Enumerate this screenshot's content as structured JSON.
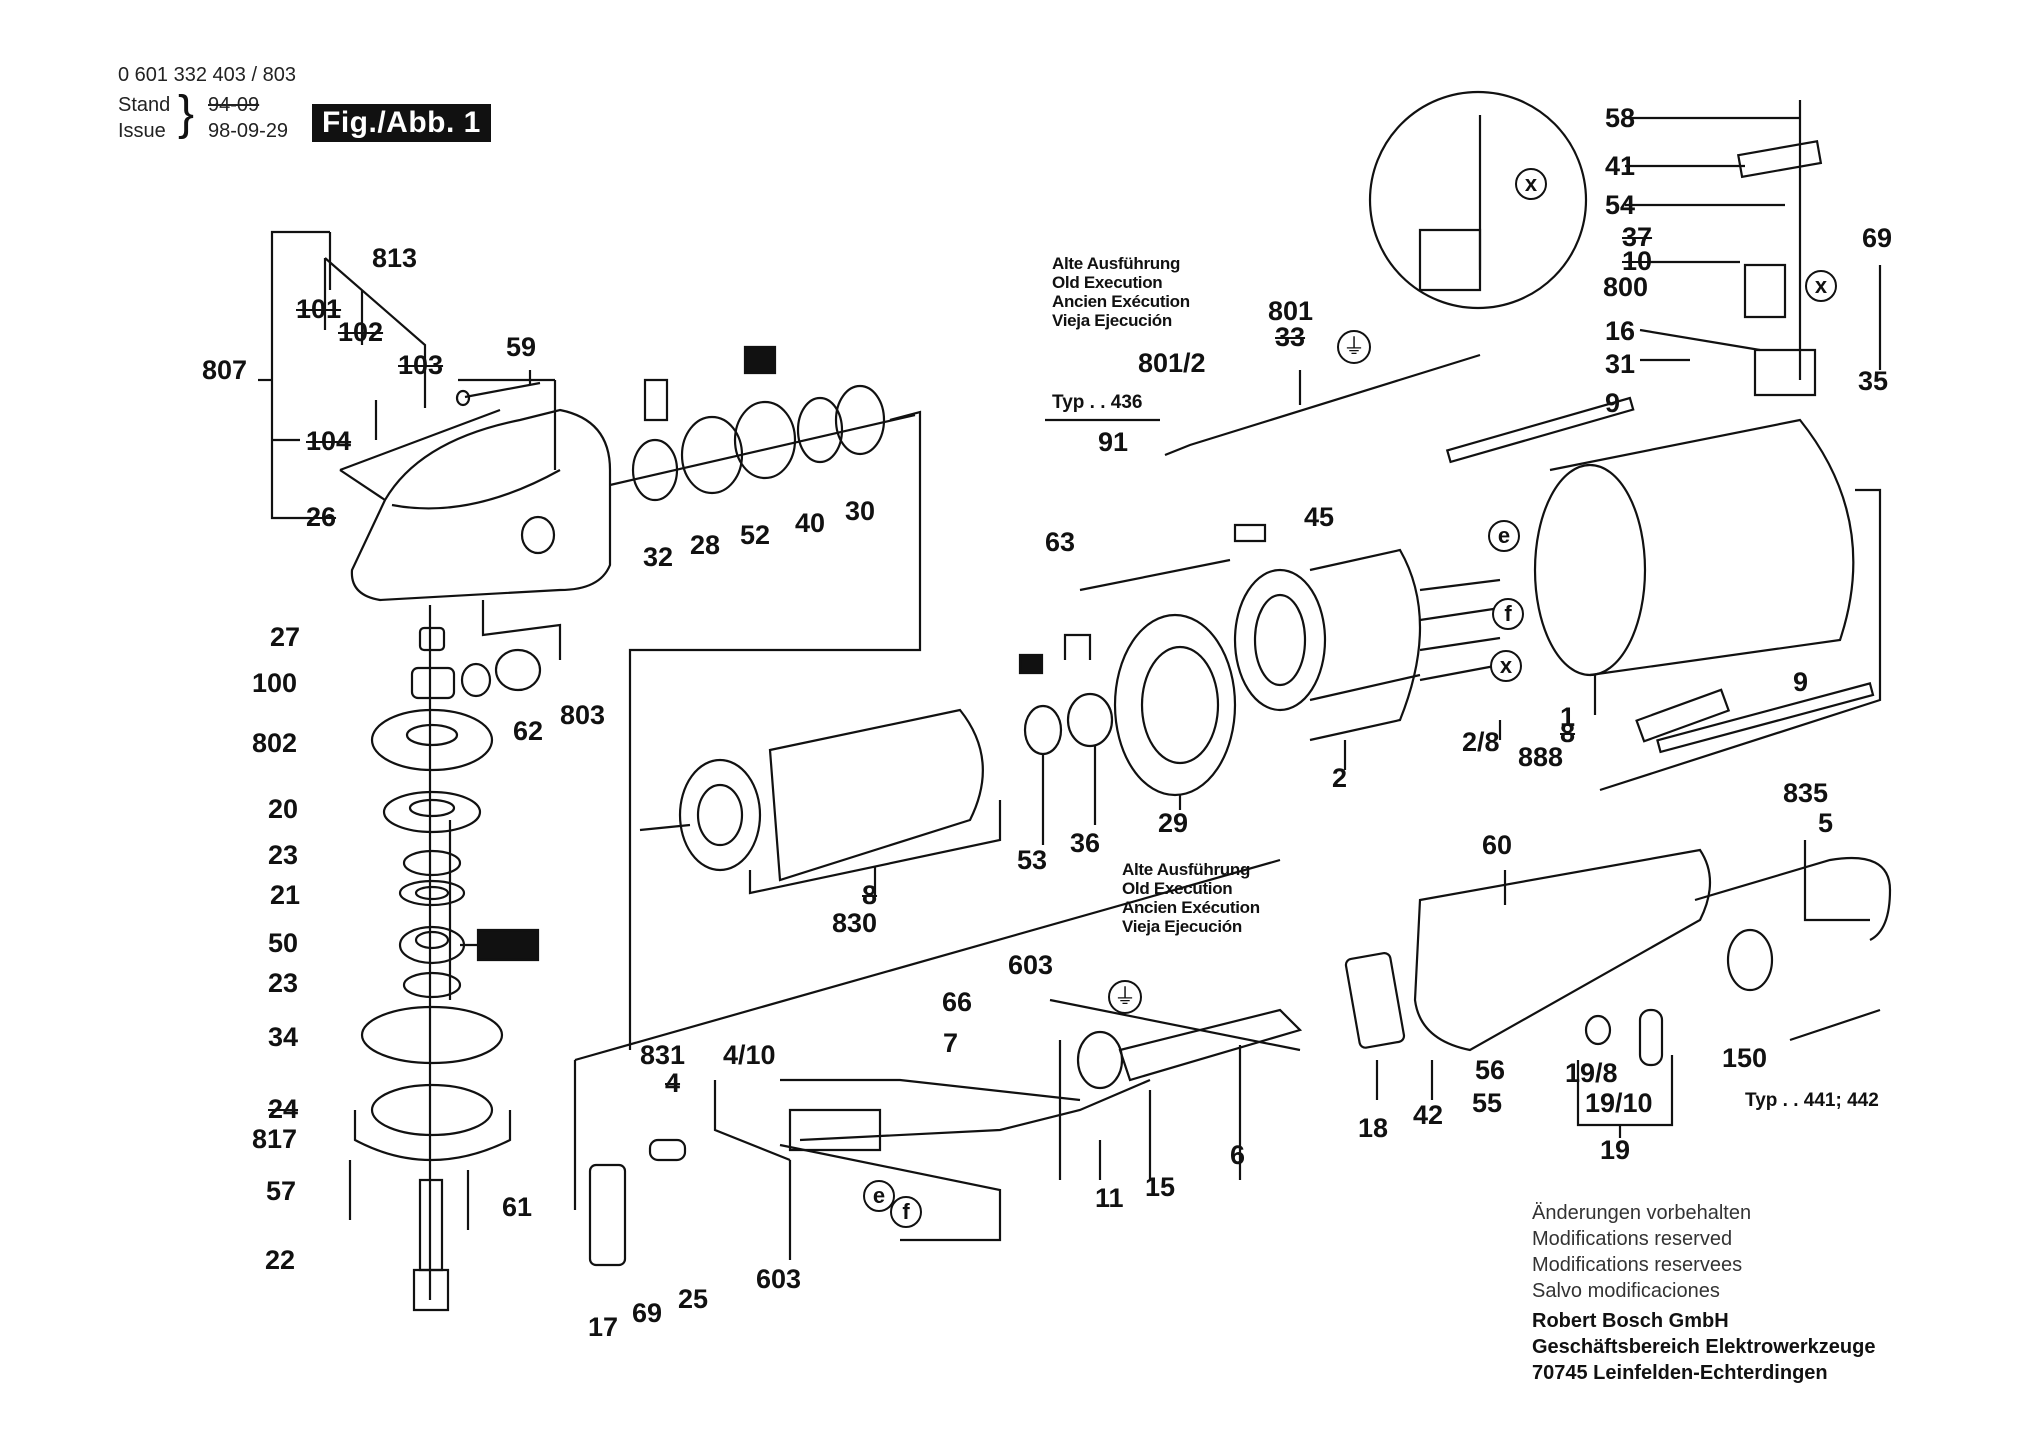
{
  "header": {
    "part_number": "0 601 332 403 / 803",
    "stand_label": "Stand",
    "issue_label": "Issue",
    "old_date": "94-09",
    "issue_date": "98-09-29",
    "figure_label": "Fig./Abb. 1"
  },
  "old_execution_note": {
    "lines": [
      "Alte Ausführung",
      "Old Execution",
      "Ancien Exécution",
      "Vieja Ejecución"
    ]
  },
  "type_notes": {
    "typ_436": "Typ . . 436",
    "typ_441_442": "Typ . . 441; 442"
  },
  "symbols": {
    "ground": "⏚",
    "detail_x": "x",
    "detail_e": "e",
    "detail_f": "f"
  },
  "part_labels": {
    "p813": "813",
    "p807": "807",
    "p101": "101",
    "p102": "102",
    "p103": "103",
    "p104": "104",
    "p26": "26",
    "p59": "59",
    "p27": "27",
    "p100": "100",
    "p62": "62",
    "p803": "803",
    "p802": "802",
    "p20": "20",
    "p23a": "23",
    "p21": "21",
    "p50": "50",
    "p23b": "23",
    "p34": "34",
    "p24": "24",
    "p817": "817",
    "p57": "57",
    "p61": "61",
    "p22": "22",
    "p32": "32",
    "p28": "28",
    "p52": "52",
    "p40": "40",
    "p30": "30",
    "p801": "801",
    "p33": "33",
    "p801_2": "801/2",
    "p91": "91",
    "p63": "63",
    "p45": "45",
    "p53": "53",
    "p36": "36",
    "p29": "29",
    "p2": "2",
    "p8a": "8",
    "p830": "830",
    "p2_8": "2/8",
    "p1": "1",
    "p8b": "8",
    "p888": "888",
    "p9a": "9",
    "p9b": "9",
    "p58": "58",
    "p41": "41",
    "p54": "54",
    "p37": "37",
    "p10": "10",
    "p800": "800",
    "p16": "16",
    "p31": "31",
    "p69a": "69",
    "p35": "35",
    "p835": "835",
    "p5": "5",
    "p60": "60",
    "p603a": "603",
    "p66": "66",
    "p7": "7",
    "p831": "831",
    "p4": "4",
    "p4_10": "4/10",
    "p18": "18",
    "p42": "42",
    "p56": "56",
    "p55": "55",
    "p19_8": "19/8",
    "p19_10": "19/10",
    "p19": "19",
    "p150": "150",
    "p6": "6",
    "p15": "15",
    "p11": "11",
    "p17": "17",
    "p69b": "69",
    "p25": "25",
    "p603b": "603"
  },
  "footer": {
    "notes": [
      "Änderungen vorbehalten",
      "Modifications reserved",
      "Modifications reservees",
      "Salvo modificaciones"
    ],
    "company": [
      "Robert Bosch GmbH",
      "Geschäftsbereich Elektrowerkzeuge",
      "70745 Leinfelden-Echterdingen"
    ]
  }
}
